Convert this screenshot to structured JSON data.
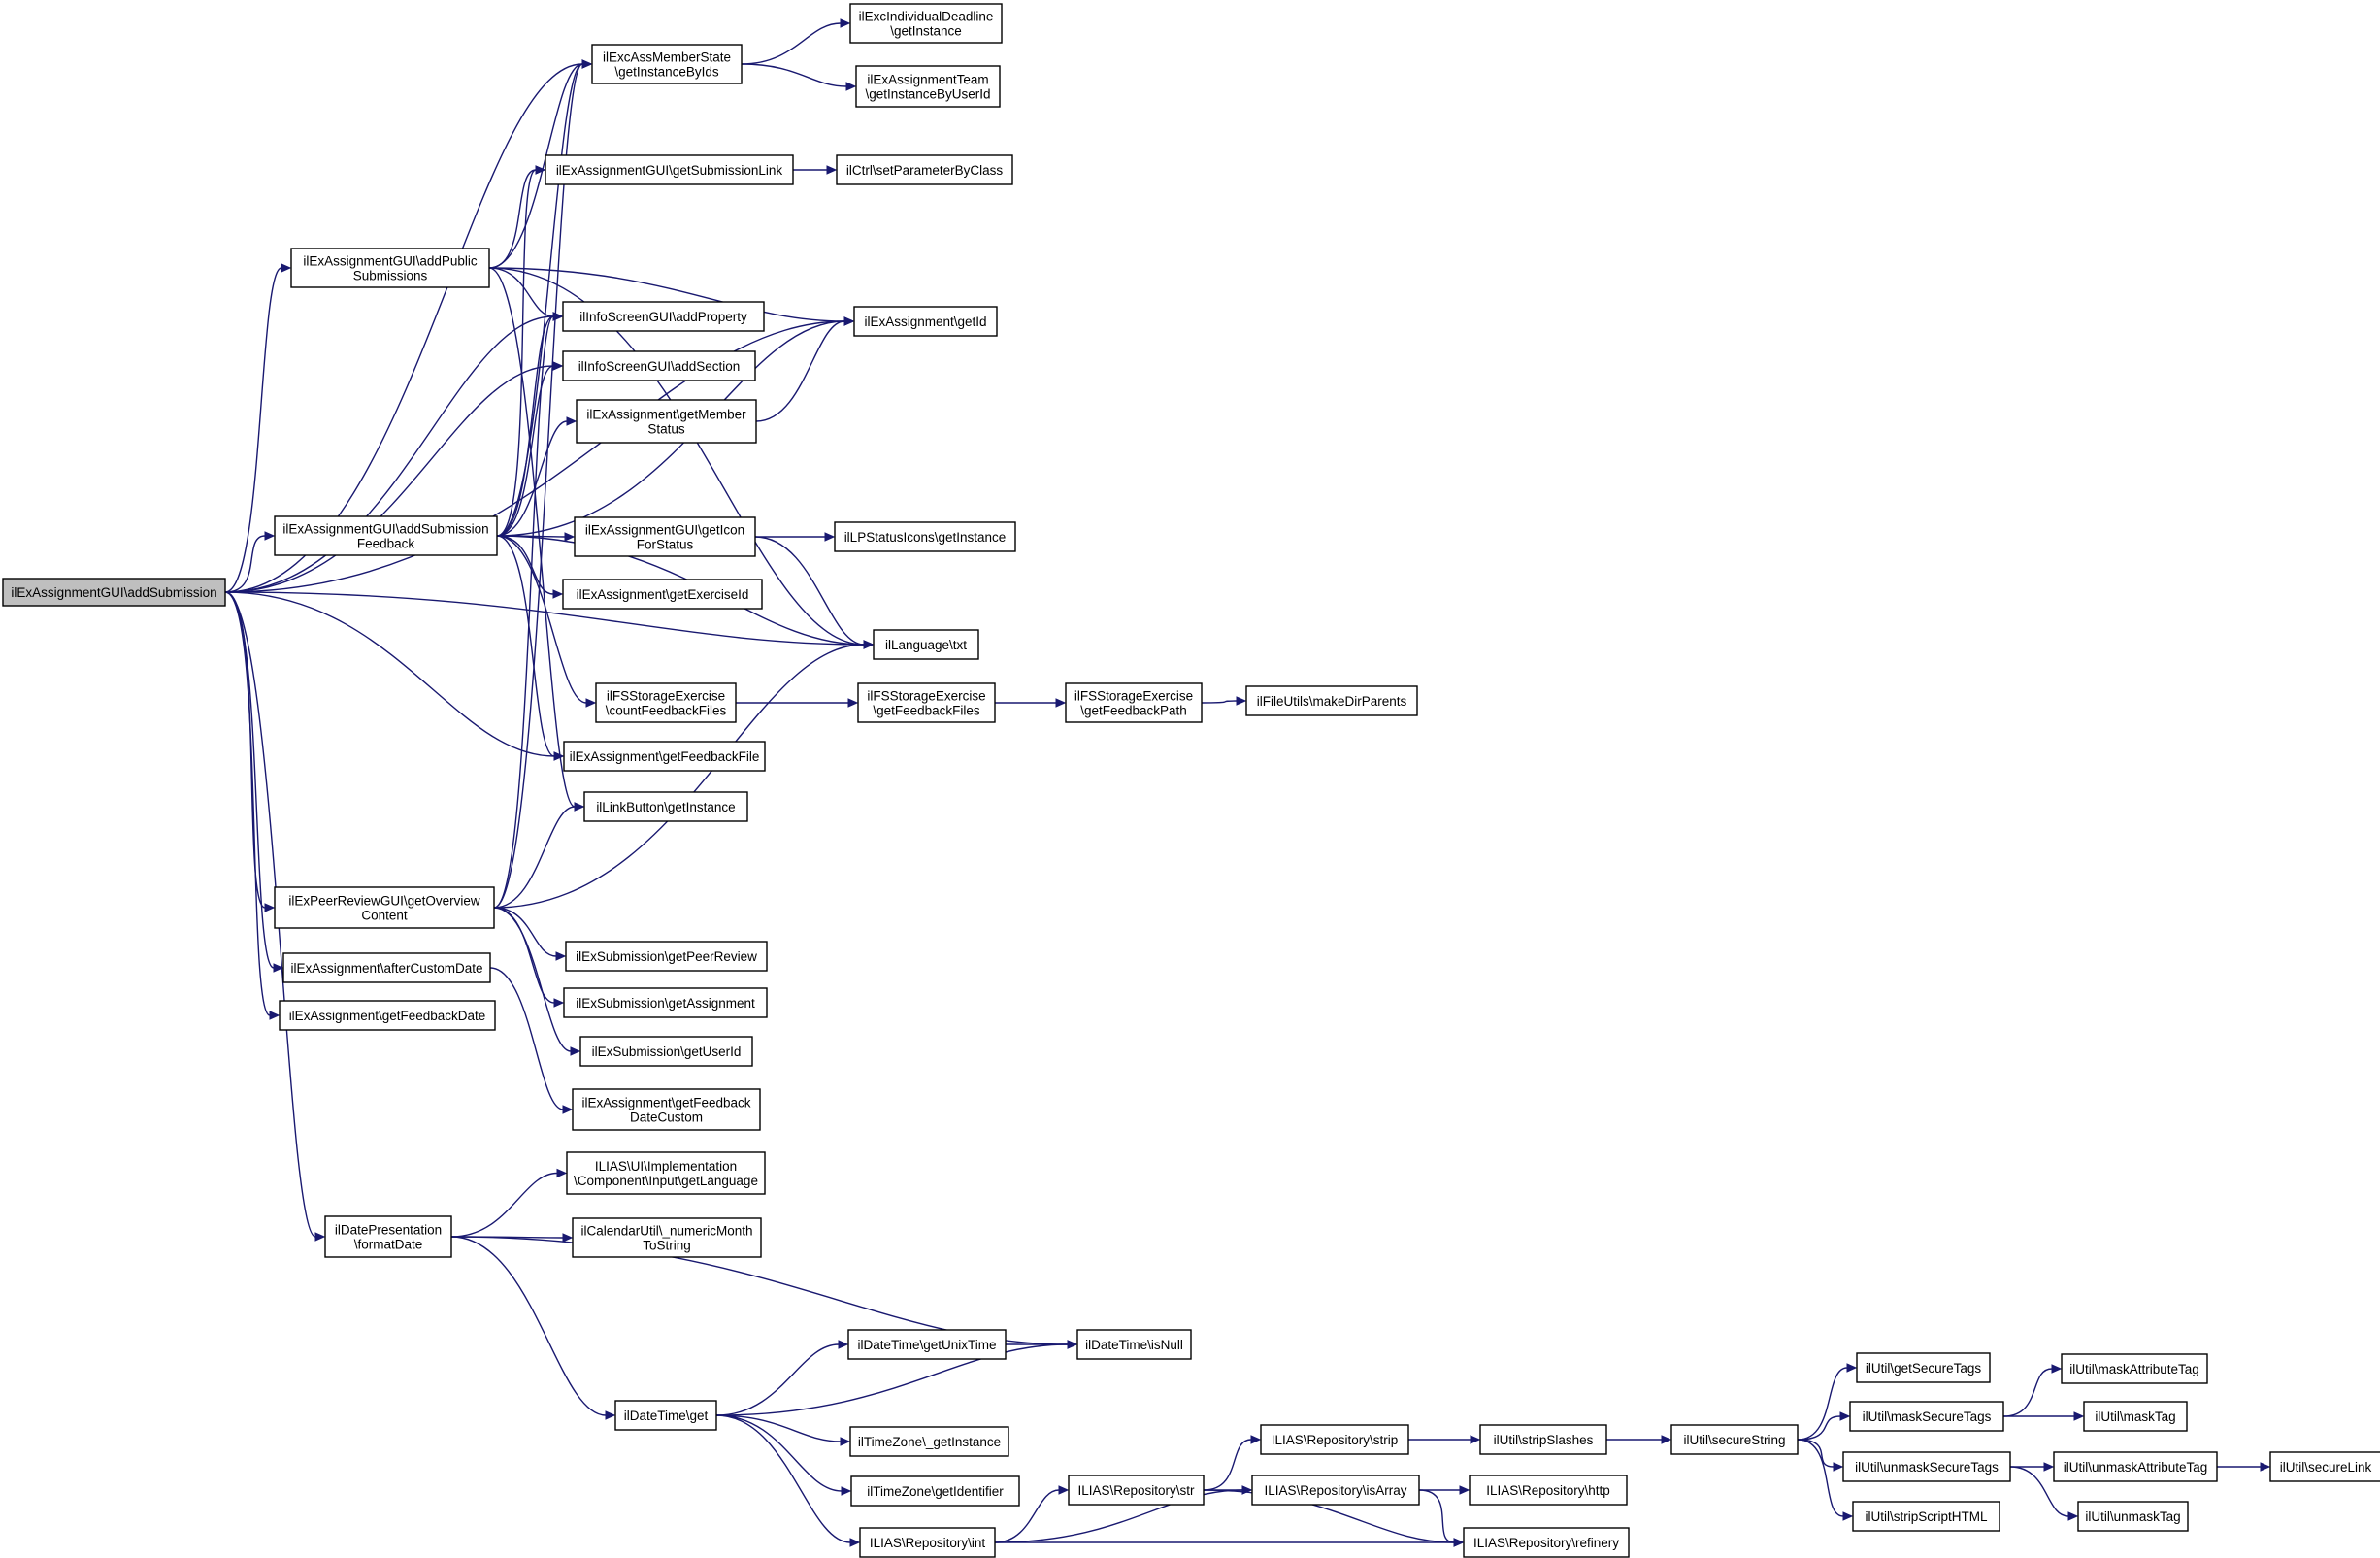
{
  "nodes": [
    {
      "id": "root",
      "lines": [
        "ilExAssignmentGUI\\addSubmission"
      ]
    },
    {
      "id": "memberstate",
      "lines": [
        "ilExcAssMemberState",
        "\\getInstanceByIds"
      ]
    },
    {
      "id": "deadline",
      "lines": [
        "ilExcIndividualDeadline",
        "\\getInstance"
      ]
    },
    {
      "id": "team",
      "lines": [
        "ilExAssignmentTeam",
        "\\getInstanceByUserId"
      ]
    },
    {
      "id": "sublink",
      "lines": [
        "ilExAssignmentGUI\\getSubmissionLink"
      ]
    },
    {
      "id": "ctrl",
      "lines": [
        "ilCtrl\\setParameterByClass"
      ]
    },
    {
      "id": "pubsub",
      "lines": [
        "ilExAssignmentGUI\\addPublic",
        "Submissions"
      ]
    },
    {
      "id": "addprop",
      "lines": [
        "ilInfoScreenGUI\\addProperty"
      ]
    },
    {
      "id": "getid",
      "lines": [
        "ilExAssignment\\getId"
      ]
    },
    {
      "id": "addsec",
      "lines": [
        "ilInfoScreenGUI\\addSection"
      ]
    },
    {
      "id": "memberstatus",
      "lines": [
        "ilExAssignment\\getMember",
        "Status"
      ]
    },
    {
      "id": "subfeedback",
      "lines": [
        "ilExAssignmentGUI\\addSubmission",
        "Feedback"
      ]
    },
    {
      "id": "iconstatus",
      "lines": [
        "ilExAssignmentGUI\\getIcon",
        "ForStatus"
      ]
    },
    {
      "id": "lpicons",
      "lines": [
        "ilLPStatusIcons\\getInstance"
      ]
    },
    {
      "id": "exerciseid",
      "lines": [
        "ilExAssignment\\getExerciseId"
      ]
    },
    {
      "id": "langtxt",
      "lines": [
        "ilLanguage\\txt"
      ]
    },
    {
      "id": "countfb",
      "lines": [
        "ilFSStorageExercise",
        "\\countFeedbackFiles"
      ]
    },
    {
      "id": "getfbfiles",
      "lines": [
        "ilFSStorageExercise",
        "\\getFeedbackFiles"
      ]
    },
    {
      "id": "getfbpath",
      "lines": [
        "ilFSStorageExercise",
        "\\getFeedbackPath"
      ]
    },
    {
      "id": "makedir",
      "lines": [
        "ilFileUtils\\makeDirParents"
      ]
    },
    {
      "id": "getfbfile",
      "lines": [
        "ilExAssignment\\getFeedbackFile"
      ]
    },
    {
      "id": "linkbtn",
      "lines": [
        "ilLinkButton\\getInstance"
      ]
    },
    {
      "id": "peerreview",
      "lines": [
        "ilExPeerReviewGUI\\getOverview",
        "Content"
      ]
    },
    {
      "id": "getpeer",
      "lines": [
        "ilExSubmission\\getPeerReview"
      ]
    },
    {
      "id": "aftercustom",
      "lines": [
        "ilExAssignment\\afterCustomDate"
      ]
    },
    {
      "id": "getassign",
      "lines": [
        "ilExSubmission\\getAssignment"
      ]
    },
    {
      "id": "getfbdate",
      "lines": [
        "ilExAssignment\\getFeedbackDate"
      ]
    },
    {
      "id": "getuserid",
      "lines": [
        "ilExSubmission\\getUserId"
      ]
    },
    {
      "id": "fbdatecustom",
      "lines": [
        "ilExAssignment\\getFeedback",
        "DateCustom"
      ]
    },
    {
      "id": "uilang",
      "lines": [
        "ILIAS\\UI\\Implementation",
        "\\Component\\Input\\getLanguage"
      ]
    },
    {
      "id": "formatdate",
      "lines": [
        "ilDatePresentation",
        "\\formatDate"
      ]
    },
    {
      "id": "calutil",
      "lines": [
        "ilCalendarUtil\\_numericMonth",
        "ToString"
      ]
    },
    {
      "id": "unixtime",
      "lines": [
        "ilDateTime\\getUnixTime"
      ]
    },
    {
      "id": "isnull",
      "lines": [
        "ilDateTime\\isNull"
      ]
    },
    {
      "id": "dtget",
      "lines": [
        "ilDateTime\\get"
      ]
    },
    {
      "id": "tzinst",
      "lines": [
        "ilTimeZone\\_getInstance"
      ]
    },
    {
      "id": "tzident",
      "lines": [
        "ilTimeZone\\getIdentifier"
      ]
    },
    {
      "id": "repoint",
      "lines": [
        "ILIAS\\Repository\\int"
      ]
    },
    {
      "id": "repostr",
      "lines": [
        "ILIAS\\Repository\\str"
      ]
    },
    {
      "id": "repostrip",
      "lines": [
        "ILIAS\\Repository\\strip"
      ]
    },
    {
      "id": "repoisarray",
      "lines": [
        "ILIAS\\Repository\\isArray"
      ]
    },
    {
      "id": "repohttp",
      "lines": [
        "ILIAS\\Repository\\http"
      ]
    },
    {
      "id": "reporefinery",
      "lines": [
        "ILIAS\\Repository\\refinery"
      ]
    },
    {
      "id": "stripslashes",
      "lines": [
        "ilUtil\\stripSlashes"
      ]
    },
    {
      "id": "securestring",
      "lines": [
        "ilUtil\\secureString"
      ]
    },
    {
      "id": "getsecuretags",
      "lines": [
        "ilUtil\\getSecureTags"
      ]
    },
    {
      "id": "masksecuretags",
      "lines": [
        "ilUtil\\maskSecureTags"
      ]
    },
    {
      "id": "maskattrtag",
      "lines": [
        "ilUtil\\maskAttributeTag"
      ]
    },
    {
      "id": "masktag",
      "lines": [
        "ilUtil\\maskTag"
      ]
    },
    {
      "id": "unmasksecuretags",
      "lines": [
        "ilUtil\\unmaskSecureTags"
      ]
    },
    {
      "id": "unmaskattrtag",
      "lines": [
        "ilUtil\\unmaskAttributeTag"
      ]
    },
    {
      "id": "securelink",
      "lines": [
        "ilUtil\\secureLink"
      ]
    },
    {
      "id": "stripscript",
      "lines": [
        "ilUtil\\stripScriptHTML"
      ]
    },
    {
      "id": "unmasktag",
      "lines": [
        "ilUtil\\unmaskTag"
      ]
    }
  ],
  "edges": [
    [
      "root",
      "memberstate"
    ],
    [
      "root",
      "pubsub"
    ],
    [
      "root",
      "getid"
    ],
    [
      "root",
      "addprop"
    ],
    [
      "root",
      "addsec"
    ],
    [
      "root",
      "subfeedback"
    ],
    [
      "root",
      "langtxt"
    ],
    [
      "root",
      "getfbfile"
    ],
    [
      "root",
      "peerreview"
    ],
    [
      "root",
      "aftercustom"
    ],
    [
      "root",
      "getfbdate"
    ],
    [
      "root",
      "formatdate"
    ],
    [
      "memberstate",
      "deadline"
    ],
    [
      "memberstate",
      "team"
    ],
    [
      "sublink",
      "ctrl"
    ],
    [
      "pubsub",
      "memberstate"
    ],
    [
      "pubsub",
      "sublink"
    ],
    [
      "pubsub",
      "getid"
    ],
    [
      "pubsub",
      "addprop"
    ],
    [
      "pubsub",
      "langtxt"
    ],
    [
      "pubsub",
      "linkbtn"
    ],
    [
      "memberstatus",
      "getid"
    ],
    [
      "subfeedback",
      "memberstate"
    ],
    [
      "subfeedback",
      "sublink"
    ],
    [
      "subfeedback",
      "addprop"
    ],
    [
      "subfeedback",
      "addsec"
    ],
    [
      "subfeedback",
      "memberstatus"
    ],
    [
      "subfeedback",
      "getid"
    ],
    [
      "subfeedback",
      "iconstatus"
    ],
    [
      "subfeedback",
      "exerciseid"
    ],
    [
      "subfeedback",
      "langtxt"
    ],
    [
      "subfeedback",
      "countfb"
    ],
    [
      "subfeedback",
      "getfbfile"
    ],
    [
      "iconstatus",
      "lpicons"
    ],
    [
      "iconstatus",
      "langtxt"
    ],
    [
      "countfb",
      "getfbfiles"
    ],
    [
      "getfbfiles",
      "getfbpath"
    ],
    [
      "getfbpath",
      "makedir"
    ],
    [
      "peerreview",
      "memberstate"
    ],
    [
      "peerreview",
      "addprop"
    ],
    [
      "peerreview",
      "langtxt"
    ],
    [
      "peerreview",
      "linkbtn"
    ],
    [
      "peerreview",
      "getpeer"
    ],
    [
      "peerreview",
      "getassign"
    ],
    [
      "peerreview",
      "getuserid"
    ],
    [
      "aftercustom",
      "fbdatecustom"
    ],
    [
      "formatdate",
      "uilang"
    ],
    [
      "formatdate",
      "calutil"
    ],
    [
      "formatdate",
      "isnull"
    ],
    [
      "formatdate",
      "dtget"
    ],
    [
      "dtget",
      "unixtime"
    ],
    [
      "dtget",
      "isnull"
    ],
    [
      "dtget",
      "tzinst"
    ],
    [
      "dtget",
      "tzident"
    ],
    [
      "dtget",
      "repoint"
    ],
    [
      "unixtime",
      "isnull"
    ],
    [
      "repoint",
      "repostr"
    ],
    [
      "repoint",
      "repoisarray"
    ],
    [
      "repoint",
      "reporefinery"
    ],
    [
      "repostr",
      "repostrip"
    ],
    [
      "repostr",
      "repoisarray"
    ],
    [
      "repostr",
      "reporefinery"
    ],
    [
      "repostrip",
      "stripslashes"
    ],
    [
      "repoisarray",
      "repohttp"
    ],
    [
      "repoisarray",
      "reporefinery"
    ],
    [
      "stripslashes",
      "securestring"
    ],
    [
      "securestring",
      "getsecuretags"
    ],
    [
      "securestring",
      "masksecuretags"
    ],
    [
      "securestring",
      "unmasksecuretags"
    ],
    [
      "securestring",
      "stripscript"
    ],
    [
      "masksecuretags",
      "maskattrtag"
    ],
    [
      "masksecuretags",
      "masktag"
    ],
    [
      "unmasksecuretags",
      "unmaskattrtag"
    ],
    [
      "unmasksecuretags",
      "unmasktag"
    ],
    [
      "unmaskattrtag",
      "securelink"
    ]
  ]
}
